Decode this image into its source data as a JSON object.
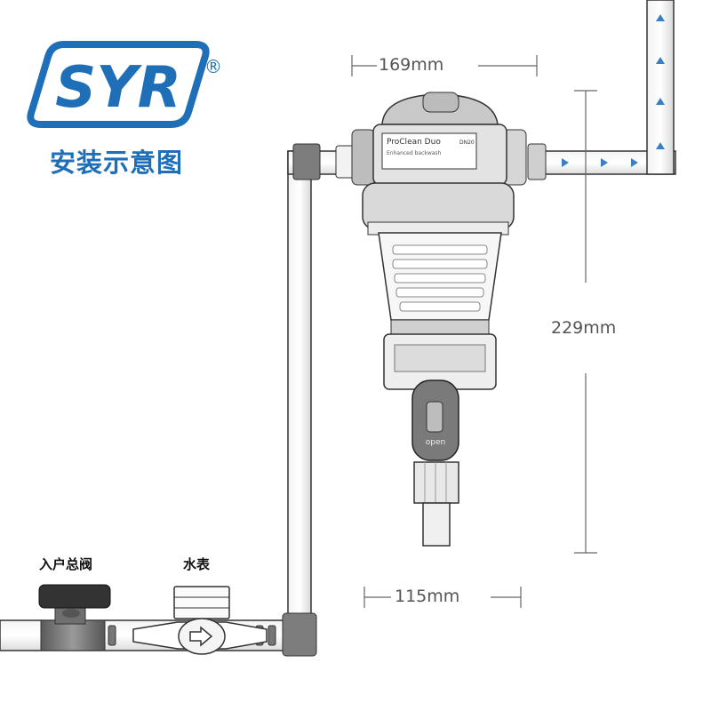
{
  "logo": {
    "brand": "SYR",
    "registered": "®",
    "subtitle": "安装示意图",
    "brand_color": "#1f6fb8"
  },
  "product": {
    "label_line1": "ProClean Duo",
    "label_tag": "DN20",
    "label_line2": "Enhanced backwash",
    "handle_text": "open"
  },
  "dimensions": {
    "width_top": "169mm",
    "height": "229mm",
    "width_bottom": "115mm"
  },
  "components": {
    "main_valve": "入户总阀",
    "water_meter": "水表"
  },
  "flow_color": "#3a7fc4"
}
